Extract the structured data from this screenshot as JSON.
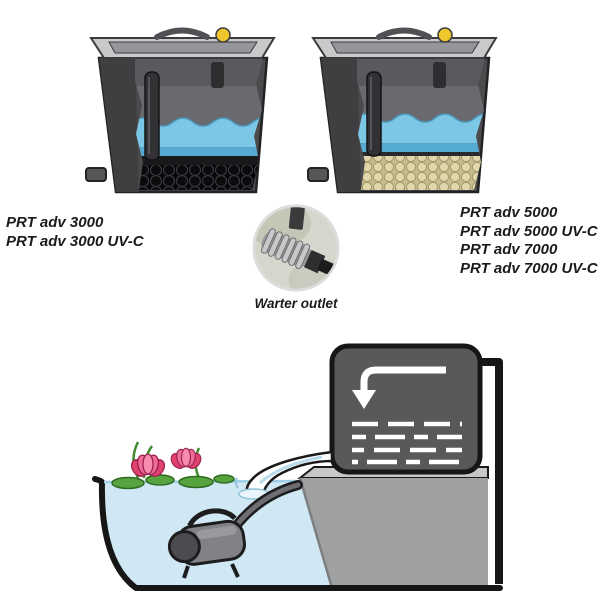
{
  "products": {
    "left_column": [
      "PRT adv 3000",
      "PRT adv 3000 UV-C"
    ],
    "right_column": [
      "PRT adv 5000",
      "PRT adv 5000 UV-C",
      "PRT adv 7000",
      "PRT adv 7000 UV-C"
    ]
  },
  "inset": {
    "caption": "Warter outlet"
  },
  "colors": {
    "housing_dark": "#4b4b4d",
    "lid_gray": "#c9c9cb",
    "foam_blue": "#7cc6e6",
    "media_black": "#0b0b0d",
    "media_beige": "#e0d8ac",
    "cap_yellow": "#edc72d",
    "pond_water": "#cfe8f4",
    "bank_gray": "#9fa0a2",
    "flower_pink": "#e0416f",
    "leaf_green": "#57a33f",
    "outline_black": "#161616"
  }
}
